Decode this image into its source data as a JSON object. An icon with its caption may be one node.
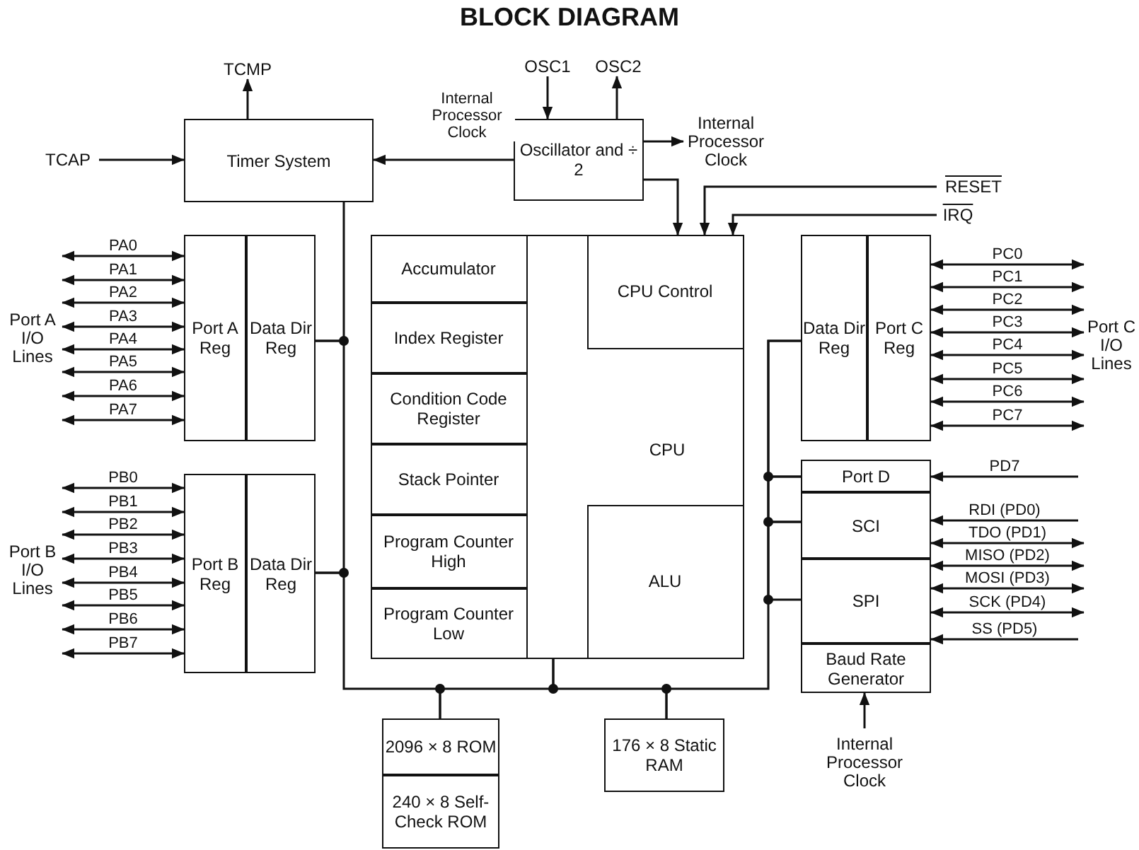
{
  "diagram": {
    "title": "BLOCK DIAGRAM",
    "nodes": [
      {
        "text": [
          "Timer System"
        ]
      },
      {
        "text": [
          "Oscillator and ÷ 2"
        ]
      },
      {
        "text": [
          "CPU"
        ]
      },
      {
        "text": [
          "Accumulator"
        ],
        "in": 2
      },
      {
        "text": [
          "Index Register"
        ],
        "in": 2
      },
      {
        "text": [
          "Condition Code Register"
        ],
        "in": 2
      },
      {
        "text": [
          "Stack Pointer"
        ],
        "in": 2
      },
      {
        "text": [
          "Program Counter High"
        ],
        "in": 2
      },
      {
        "text": [
          "Program Counter Low"
        ],
        "in": 2
      },
      {
        "text": [
          "CPU Control"
        ],
        "in": 2
      },
      {
        "text": [
          "ALU"
        ],
        "in": 2
      },
      {
        "text": [
          "Port A Reg"
        ]
      },
      {
        "text": [
          "Data Dir Reg"
        ]
      },
      {
        "text": [
          "Port B Reg"
        ]
      },
      {
        "text": [
          "Data Dir Reg"
        ]
      },
      {
        "text": [
          "Data Dir Reg"
        ]
      },
      {
        "text": [
          "Port C Reg"
        ]
      },
      {
        "text": [
          "Port D"
        ]
      },
      {
        "text": [
          "SCI"
        ]
      },
      {
        "text": [
          "SPI"
        ]
      },
      {
        "text": [
          "Baud Rate Generator"
        ]
      },
      {
        "text": [
          "2096 × 8 ROM"
        ]
      },
      {
        "text": [
          "240 × 8 Self-Check ROM"
        ]
      },
      {
        "text": [
          "176 × 8 Static RAM"
        ]
      },
      {
        "text": [
          "TCMP"
        ]
      },
      {
        "text": [
          "TCAP"
        ]
      },
      {
        "text": [
          "OSC1"
        ]
      },
      {
        "text": [
          "OSC2"
        ]
      },
      {
        "text": [
          "Internal Processor Clock"
        ]
      },
      {
        "text": [
          "RESET"
        ]
      },
      {
        "text": [
          "IRQ"
        ]
      },
      {
        "text": [
          "Internal Processor Clock"
        ]
      },
      {
        "text": [
          "Port A I/O Lines"
        ]
      },
      {
        "text": [
          "Port C I/O Lines"
        ]
      },
      {
        "text": [
          "Port B I/O Lines"
        ]
      }
    ],
    "edges": [
      {
        "from": 25,
        "to": 0,
        "arrow": "to"
      },
      {
        "from": 0,
        "to": 24,
        "arrow": "to"
      },
      {
        "from": 26,
        "to": 1,
        "arrow": "to"
      },
      {
        "from": 1,
        "to": 27,
        "arrow": "to"
      },
      {
        "from": 1,
        "to": 0,
        "arrow": "to",
        "label": "Internal Processor Clock"
      },
      {
        "from": 1,
        "to": 28,
        "arrow": "to"
      },
      {
        "from": 1,
        "to": 9,
        "arrow": "to"
      },
      {
        "from": 29,
        "to": 9,
        "arrow": "to"
      },
      {
        "from": 30,
        "to": 9,
        "arrow": "to"
      },
      {
        "from": 31,
        "to": 20,
        "arrow": "to"
      },
      {
        "from": 0,
        "to": 12,
        "arrow": "none"
      },
      {
        "from": 12,
        "to": 14,
        "arrow": "none"
      },
      {
        "from": 14,
        "to": 21,
        "arrow": "none"
      },
      {
        "from": 21,
        "to": 2,
        "arrow": "none"
      },
      {
        "from": 2,
        "to": 23,
        "arrow": "none"
      },
      {
        "from": 23,
        "to": 15,
        "arrow": "none"
      },
      {
        "from": 15,
        "to": 17,
        "arrow": "none"
      },
      {
        "from": 17,
        "to": 18,
        "arrow": "none"
      },
      {
        "from": 18,
        "to": 19,
        "arrow": "none"
      },
      {
        "from": 32,
        "to": 11,
        "arrow": "both",
        "label": "PA0"
      },
      {
        "from": 32,
        "to": 11,
        "arrow": "both",
        "label": "PA1"
      },
      {
        "from": 32,
        "to": 11,
        "arrow": "both",
        "label": "PA2"
      },
      {
        "from": 32,
        "to": 11,
        "arrow": "both",
        "label": "PA3"
      },
      {
        "from": 32,
        "to": 11,
        "arrow": "both",
        "label": "PA4"
      },
      {
        "from": 32,
        "to": 11,
        "arrow": "both",
        "label": "PA5"
      },
      {
        "from": 32,
        "to": 11,
        "arrow": "both",
        "label": "PA6"
      },
      {
        "from": 32,
        "to": 11,
        "arrow": "both",
        "label": "PA7"
      },
      {
        "from": 34,
        "to": 13,
        "arrow": "both",
        "label": "PB0"
      },
      {
        "from": 34,
        "to": 13,
        "arrow": "both",
        "label": "PB1"
      },
      {
        "from": 34,
        "to": 13,
        "arrow": "both",
        "label": "PB2"
      },
      {
        "from": 34,
        "to": 13,
        "arrow": "both",
        "label": "PB3"
      },
      {
        "from": 34,
        "to": 13,
        "arrow": "both",
        "label": "PB4"
      },
      {
        "from": 34,
        "to": 13,
        "arrow": "both",
        "label": "PB5"
      },
      {
        "from": 34,
        "to": 13,
        "arrow": "both",
        "label": "PB6"
      },
      {
        "from": 34,
        "to": 13,
        "arrow": "both",
        "label": "PB7"
      },
      {
        "from": 16,
        "to": 33,
        "arrow": "both",
        "label": "PC0"
      },
      {
        "from": 16,
        "to": 33,
        "arrow": "both",
        "label": "PC1"
      },
      {
        "from": 16,
        "to": 33,
        "arrow": "both",
        "label": "PC2"
      },
      {
        "from": 16,
        "to": 33,
        "arrow": "both",
        "label": "PC3"
      },
      {
        "from": 16,
        "to": 33,
        "arrow": "both",
        "label": "PC4"
      },
      {
        "from": 16,
        "to": 33,
        "arrow": "both",
        "label": "PC5"
      },
      {
        "from": 16,
        "to": 33,
        "arrow": "both",
        "label": "PC6"
      },
      {
        "from": 16,
        "to": 33,
        "arrow": "both",
        "label": "PC7"
      },
      {
        "from": null,
        "to": 17,
        "arrow": "to",
        "label": "PD7"
      },
      {
        "from": null,
        "to": 18,
        "arrow": "to",
        "label": "RDI (PD0)"
      },
      {
        "from": 18,
        "to": null,
        "arrow": "both",
        "label": "TDO (PD1)"
      },
      {
        "from": 19,
        "to": null,
        "arrow": "both",
        "label": "MISO (PD2)"
      },
      {
        "from": 19,
        "to": null,
        "arrow": "both",
        "label": "MOSI (PD3)"
      },
      {
        "from": 19,
        "to": null,
        "arrow": "both",
        "label": "SCK (PD4)"
      },
      {
        "from": null,
        "to": 19,
        "arrow": "to",
        "label": "SS (PD5)"
      }
    ]
  }
}
